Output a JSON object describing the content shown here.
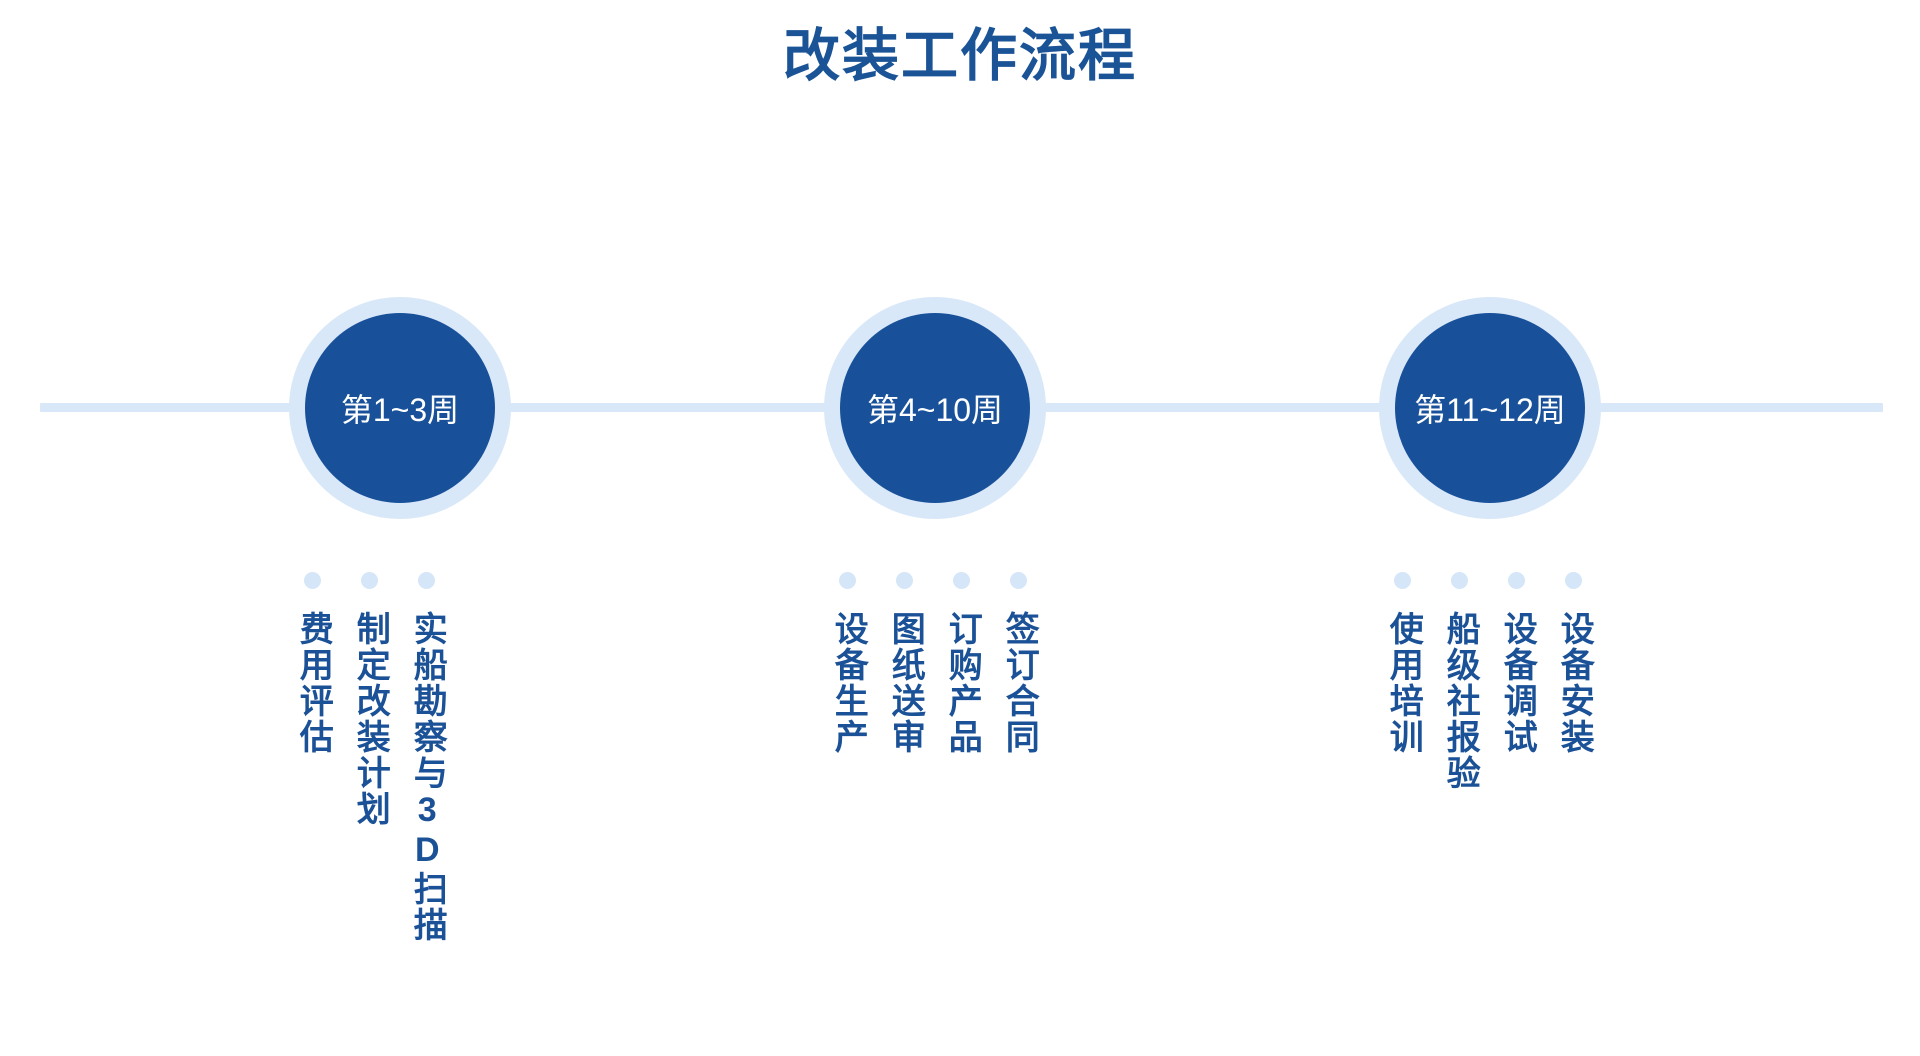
{
  "title": "改装工作流程",
  "theme": {
    "accent_dark": "#18519a",
    "accent_light": "#d9e8f8",
    "text_blue": "#1b5196",
    "title_blue": "#1a5496",
    "background": "#ffffff"
  },
  "timeline": {
    "axis_name": "timeline-axis",
    "stages": [
      {
        "id": "stage-1",
        "node_label": "第1~3周",
        "tasks": [
          "实船勘察与3D扫描",
          "制定改装计划",
          "费用评估"
        ]
      },
      {
        "id": "stage-2",
        "node_label": "第4~10周",
        "tasks": [
          "签订合同",
          "订购产品",
          "图纸送审",
          "设备生产"
        ]
      },
      {
        "id": "stage-3",
        "node_label": "第11~12周",
        "tasks": [
          "设备安装",
          "设备调试",
          "船级社报验",
          "使用培训"
        ]
      }
    ]
  }
}
